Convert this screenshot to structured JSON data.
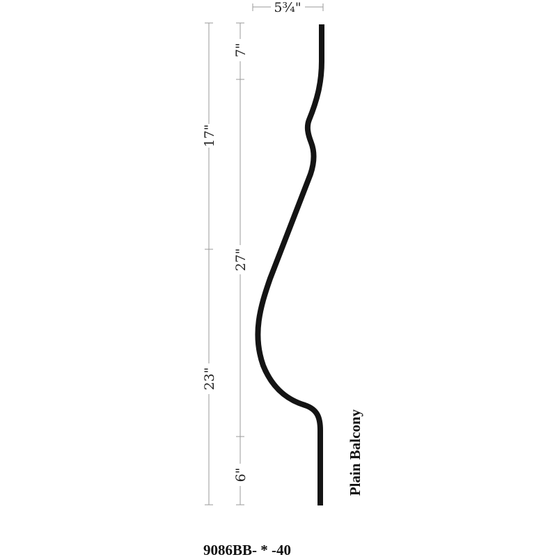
{
  "dimensions": {
    "width": "5¾\"",
    "outer_top": "17\"",
    "outer_bottom": "23\"",
    "inner_top": "7\"",
    "inner_middle": "27\"",
    "inner_bottom": "6\""
  },
  "label": "Plain Balcony",
  "part_number": "9086BB- * -40",
  "colors": {
    "profile": "#141414",
    "dimension_lines": "#9a9a9a"
  }
}
